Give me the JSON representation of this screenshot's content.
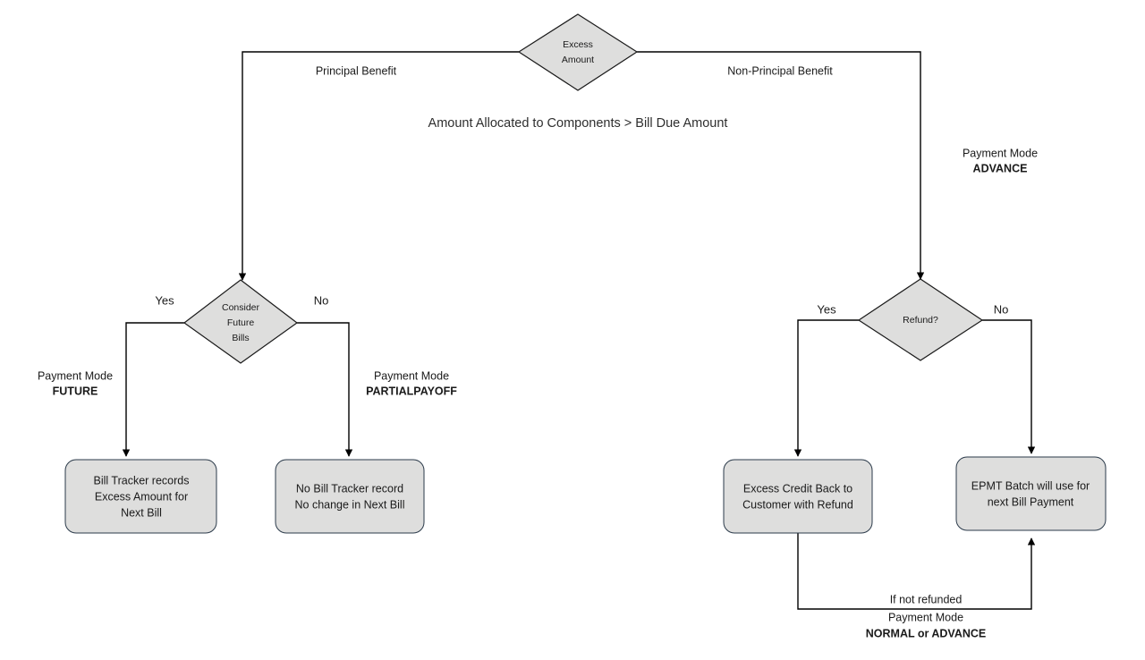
{
  "diagram": {
    "title_banner": "Amount Allocated to Components > Bill Due Amount",
    "nodes": {
      "excess_amount": {
        "line1": "Excess",
        "line2": "Amount"
      },
      "consider_future_bills": {
        "line1": "Consider",
        "line2": "Future",
        "line3": "Bills"
      },
      "refund": {
        "line1": "Refund?"
      },
      "bill_tracker_records": {
        "line1": "Bill Tracker records",
        "line2": "Excess Amount for",
        "line3": "Next Bill"
      },
      "no_bill_tracker": {
        "line1": "No Bill Tracker record",
        "line2": "No change in Next Bill"
      },
      "excess_credit_back": {
        "line1": "Excess Credit Back to",
        "line2": "Customer with Refund"
      },
      "epmt_batch": {
        "line1": "EPMT Batch will use for",
        "line2": "next Bill Payment"
      }
    },
    "edge_labels": {
      "principal_benefit": "Principal Benefit",
      "non_principal_benefit": "Non-Principal Benefit",
      "advance_mode_caption": "Payment Mode",
      "advance_mode_value": "ADVANCE",
      "left_yes": "Yes",
      "left_no": "No",
      "right_yes": "Yes",
      "right_no": "No",
      "future_mode_caption": "Payment Mode",
      "future_mode_value": "FUTURE",
      "partialpayoff_mode_caption": "Payment Mode",
      "partialpayoff_mode_value": "PARTIALPAYOFF",
      "if_not_refunded": "If not refunded",
      "loop_mode_caption": "Payment Mode",
      "loop_mode_value": "NORMAL or ADVANCE"
    },
    "colors": {
      "shape_fill": "#dededd",
      "shape_stroke": "#2b3a4a",
      "diamond_stroke": "#1a1a1a",
      "connector": "#000000",
      "text": "#1a1a1a",
      "banner_text": "#2e2e2e",
      "background": "#ffffff"
    }
  }
}
